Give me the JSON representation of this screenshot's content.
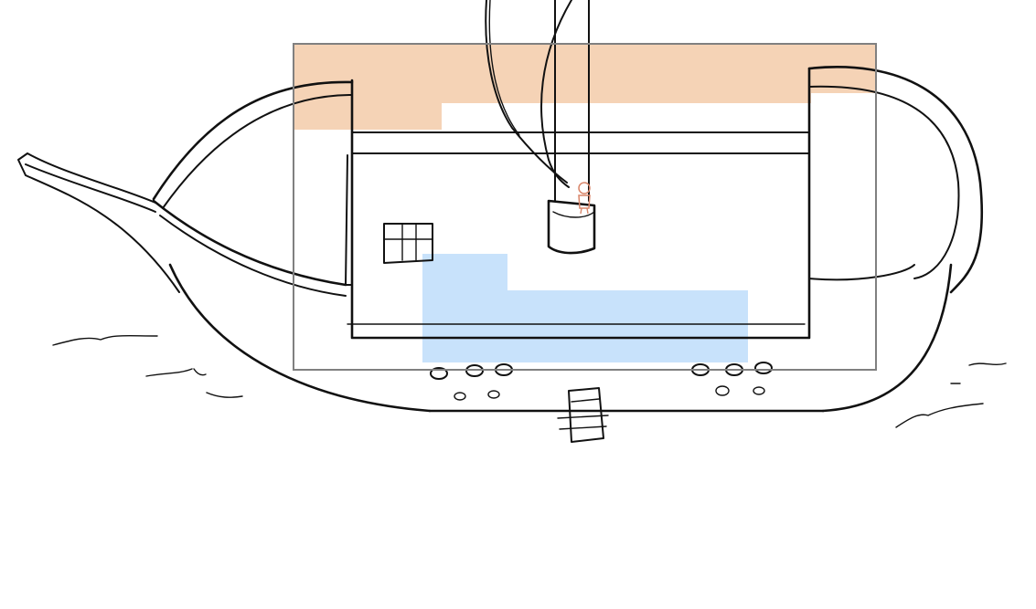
{
  "scene": {
    "background_color": "#ffffff",
    "ink_color": "#111111"
  },
  "zones": [
    {
      "id": "upper-deck-zone",
      "color": "#f3cba9",
      "opacity": 0.85
    },
    {
      "id": "lower-deck-zone",
      "color": "#c5e0fb",
      "opacity": 0.95
    }
  ],
  "camera_frame": {
    "color": "#808080"
  },
  "player": {
    "icon": "character-icon",
    "color": "#d9866a"
  },
  "icons": [
    "mast-icon",
    "hatch-icon",
    "ladder-icon",
    "porthole-icon",
    "wave-icon",
    "sail-icon"
  ]
}
